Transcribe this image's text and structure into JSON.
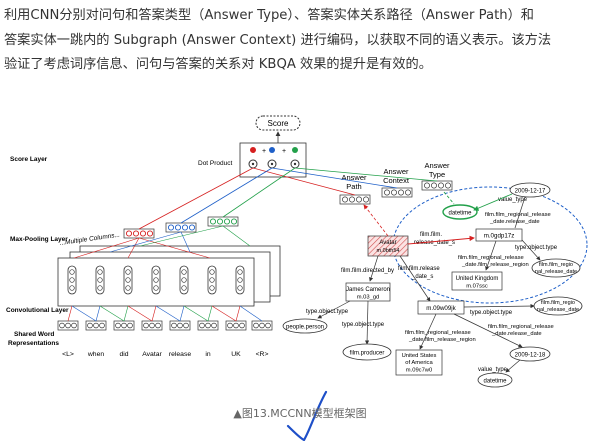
{
  "paragraph": {
    "lines": [
      "利用CNN分别对问句和答案类型（Answer Type）、答案实体关系路径（Answer Path）和",
      "答案实体一跳内的 Subgraph (Answer Context) 进行编码，以获取不同的语义表示。该方法",
      "验证了考虑词序信息、问句与答案的关系对 KBQA 效果的提升是有效的。"
    ]
  },
  "figure": {
    "layers": {
      "score": "Score Layer",
      "max_pooling": "Max-Pooling Layer",
      "convolutional": "Convolutional Layer",
      "shared_word_1": "Shared Word",
      "shared_word_2": "Representations"
    },
    "score": "Score",
    "dot_product": "Dot Product",
    "multiple_columns": "...Multiple Columns...",
    "answer_path": [
      "Answer",
      "Path"
    ],
    "answer_context": [
      "Answer",
      "Context"
    ],
    "answer_type": [
      "Answer",
      "Type"
    ],
    "question_words": [
      "<L>",
      "when",
      "did",
      "Avatar",
      "release",
      "in",
      "UK",
      "<R>"
    ],
    "kb": {
      "avatar": [
        "Avatar",
        "m.0bth54"
      ],
      "avatar_rel": [
        "film.film.",
        "release_date_s"
      ],
      "directed_by": "film.film.directed_by",
      "release_date_s2": [
        "film.film.release",
        "_date_s"
      ],
      "james": [
        "James Cameron",
        "m.03_gd"
      ],
      "type_object_type_1": "type.object.type",
      "people_person": "people.person",
      "type_object_type_2": "type.object.type",
      "film_producer": "film.producer",
      "m09w09jk": "m.09w09jk",
      "type_object_type_3": "type.object.type",
      "film_region_1": [
        "film.film_regio",
        "nal_release_date"
      ],
      "region_rel_1": [
        "film.film_regional_release",
        "_date.film_release_region"
      ],
      "usa": [
        "United States",
        "of America",
        "m.09c7w0"
      ],
      "region_date_rel_1": [
        "film.film_regional_release",
        "_date.release_date"
      ],
      "date_2009_12_18": "2009-12-18",
      "value_type_1": "value_type",
      "datetime_1": "datetime",
      "date_2009_12_17": "2009-12-17",
      "value_type_2": "value_type",
      "datetime_2": "datetime",
      "region_date_rel_2": [
        "film.film_regional_release",
        "_date.release_date"
      ],
      "m0gdp17z": "m.0gdp17z",
      "type_object_type_4": "type.object.type",
      "film_region_2": [
        "film.film_regio",
        "nal_release_date"
      ],
      "region_rel_2": [
        "film.film_regional_release",
        "_date.film_release_region"
      ],
      "uk": [
        "United Kingdom",
        "m.07ssc"
      ]
    }
  },
  "caption": "▲图13.MCCNN模型框架图"
}
